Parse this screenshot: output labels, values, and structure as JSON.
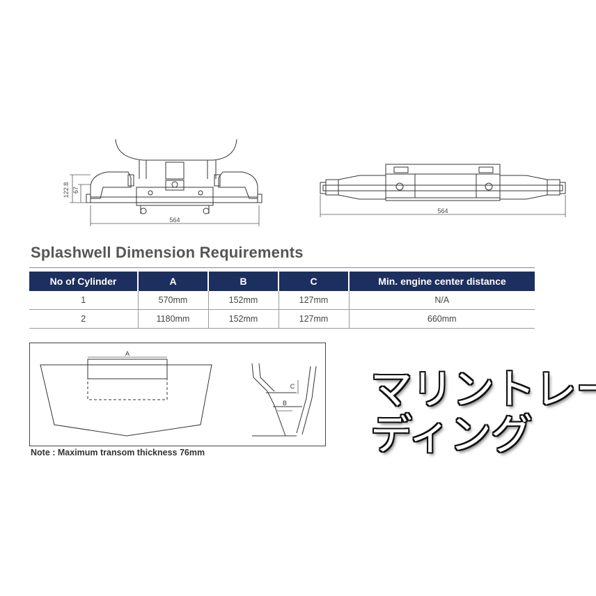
{
  "drawings": {
    "front_width": "564",
    "front_height_total": "122.8",
    "front_height_small": "67",
    "side_width": "564"
  },
  "title": "Splashwell Dimension Requirements",
  "table": {
    "headers": [
      "No of Cylinder",
      "A",
      "B",
      "C",
      "Min. engine center distance"
    ],
    "rows": [
      [
        "1",
        "570mm",
        "152mm",
        "127mm",
        "N/A"
      ],
      [
        "2",
        "1180mm",
        "152mm",
        "127mm",
        "660mm"
      ]
    ]
  },
  "splashwell_diagram": {
    "label_a": "A",
    "label_b": "B",
    "label_c": "C"
  },
  "note": "Note : Maximum transom thickness 76mm",
  "overlay_text": {
    "line1": "マリントレー",
    "line2": "ディング"
  },
  "colors": {
    "header_bg": "#1d2f5e",
    "title_gray": "#555555"
  }
}
